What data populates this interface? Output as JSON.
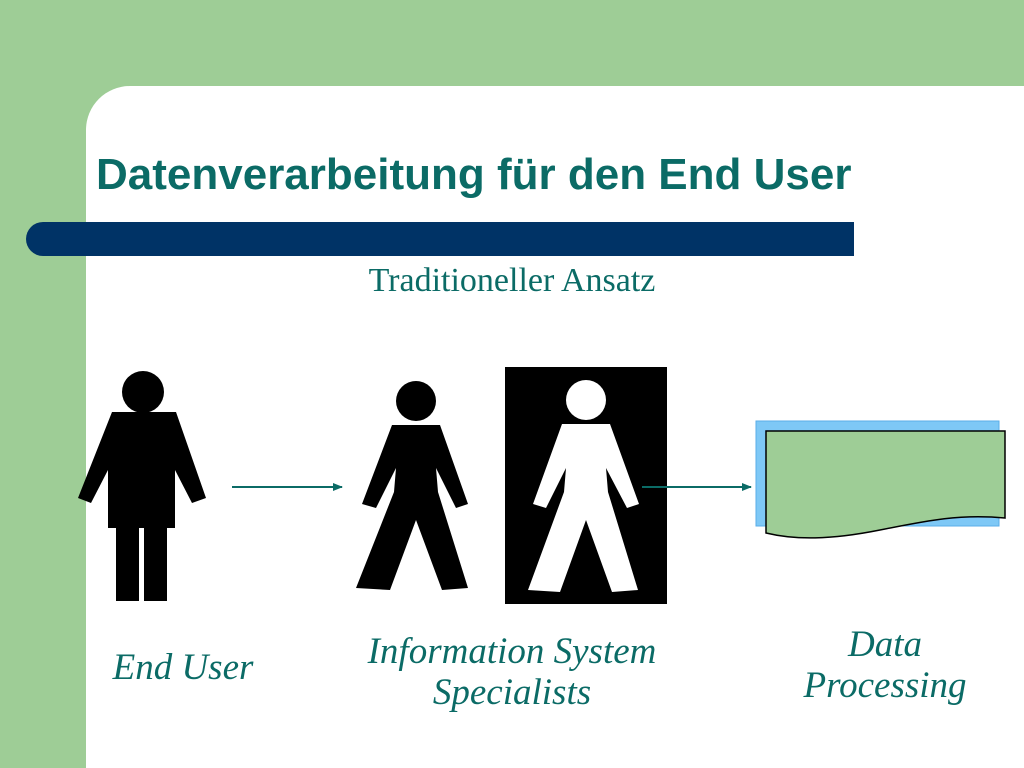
{
  "slide": {
    "title": "Datenverarbeitung für den End User",
    "subtitle": "Traditioneller Ansatz"
  },
  "diagram": {
    "labels": {
      "end_user": "End User",
      "specialists_line1": "Information System",
      "specialists_line2": "Specialists",
      "processing_line1": "Data",
      "processing_line2": "Processing"
    }
  },
  "colors": {
    "background_green": "#9ecd96",
    "title_teal": "#0b6b66",
    "bar_navy": "#003366",
    "document_green": "#9ecd96",
    "document_shadow_blue": "#7ec8f6"
  }
}
